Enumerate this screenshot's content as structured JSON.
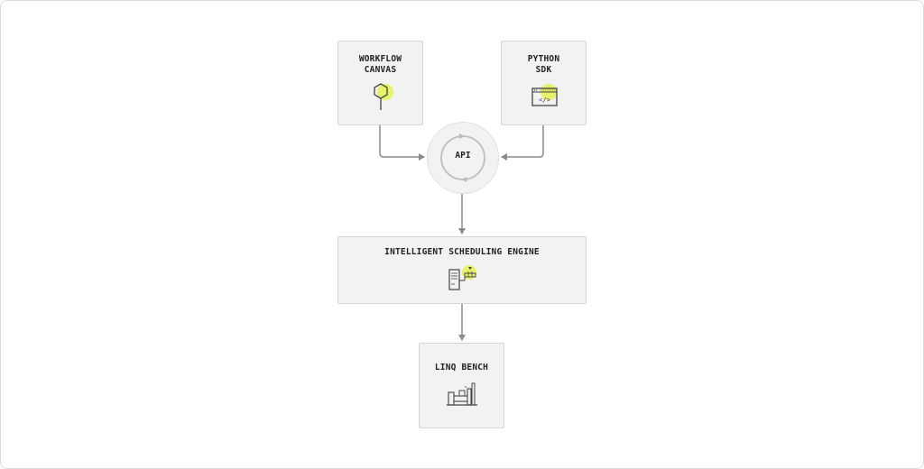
{
  "nodes": {
    "workflow_canvas": {
      "label": "WORKFLOW\nCANVAS",
      "icon": "hexagon-pin-icon"
    },
    "python_sdk": {
      "label": "PYTHON\nSDK",
      "icon": "code-window-icon"
    },
    "api": {
      "label": "API",
      "icon": "sync-cycle-icon"
    },
    "scheduling_engine": {
      "label": "INTELLIGENT SCHEDULING ENGINE",
      "icon": "server-schedule-icon"
    },
    "linq_bench": {
      "label": "LINQ BENCH",
      "icon": "lab-bench-icon"
    }
  },
  "colors": {
    "highlight": "#e6f26a",
    "node_fill": "#f2f2f2",
    "node_border": "#d6d6d6",
    "connector": "#8a8a8a",
    "text": "#222222"
  }
}
